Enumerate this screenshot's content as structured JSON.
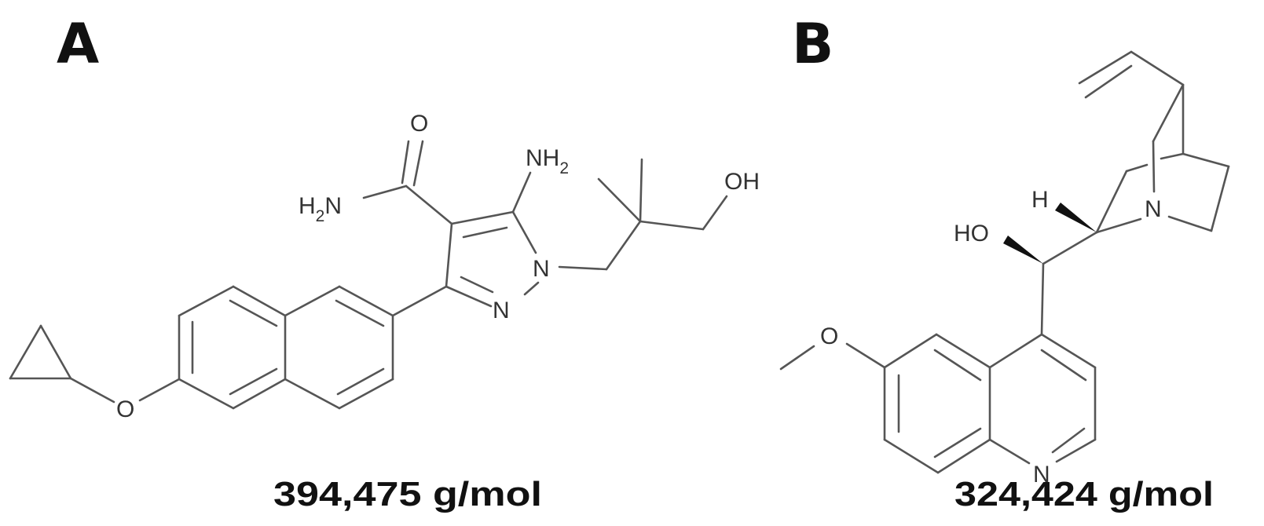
{
  "panels": [
    {
      "label": "A",
      "molecular_weight": "394,475 g/mol",
      "atoms": {
        "carbonyl_o": "O",
        "amide_n": "N",
        "amide_h": "H",
        "amide_sub": "2",
        "amine_n": "N",
        "amine_h": "H",
        "amine_sub": "2",
        "ring_n1": "N",
        "ring_n2": "N",
        "ether_o": "O",
        "hydroxyl": "OH"
      }
    },
    {
      "label": "B",
      "molecular_weight": "324,424 g/mol",
      "atoms": {
        "methoxy_o": "O",
        "quinoline_n": "N",
        "hydroxyl": "HO",
        "hydrogen": "H",
        "quinuclidine_n": "N"
      }
    }
  ],
  "colors": {
    "bond": "#555555",
    "text": "#111111",
    "background": "#ffffff"
  }
}
